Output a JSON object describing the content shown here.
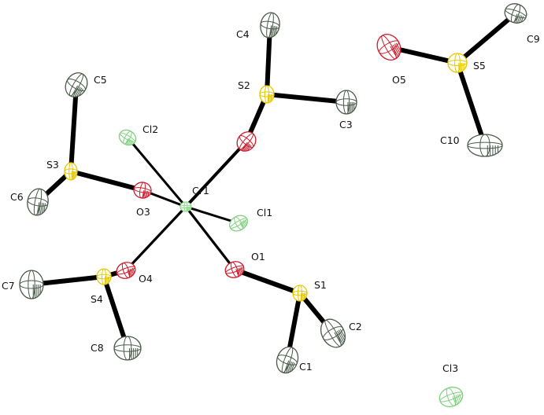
{
  "figure": {
    "colors": {
      "C": "#4a5a4a",
      "O": "#d11a2a",
      "S": "#e6c800",
      "Cl": "#7fd07f",
      "Cr": "#8fdc8f",
      "bond": "#000000"
    },
    "atoms": [
      {
        "id": "Cr1",
        "el": "Cr",
        "label": "Cr1"
      },
      {
        "id": "Cl1",
        "el": "Cl",
        "label": "Cl1"
      },
      {
        "id": "Cl2",
        "el": "Cl",
        "label": "Cl2"
      },
      {
        "id": "Cl3",
        "el": "Cl",
        "label": "Cl3"
      },
      {
        "id": "O1",
        "el": "O",
        "label": "O1"
      },
      {
        "id": "O2",
        "el": "O",
        "label": ""
      },
      {
        "id": "O3",
        "el": "O",
        "label": "O3"
      },
      {
        "id": "O4",
        "el": "O",
        "label": "O4"
      },
      {
        "id": "O5",
        "el": "O",
        "label": "O5"
      },
      {
        "id": "S1",
        "el": "S",
        "label": "S1"
      },
      {
        "id": "S2",
        "el": "S",
        "label": "S2"
      },
      {
        "id": "S3",
        "el": "S",
        "label": "S3"
      },
      {
        "id": "S4",
        "el": "S",
        "label": "S4"
      },
      {
        "id": "S5",
        "el": "S",
        "label": "S5"
      },
      {
        "id": "C1",
        "el": "C",
        "label": "C1"
      },
      {
        "id": "C2",
        "el": "C",
        "label": "C2"
      },
      {
        "id": "C3",
        "el": "C",
        "label": "C3"
      },
      {
        "id": "C4",
        "el": "C",
        "label": "C4"
      },
      {
        "id": "C5",
        "el": "C",
        "label": "C5"
      },
      {
        "id": "C6",
        "el": "C",
        "label": "C6"
      },
      {
        "id": "C7",
        "el": "C",
        "label": "C7"
      },
      {
        "id": "C8",
        "el": "C",
        "label": "C8"
      },
      {
        "id": "C9",
        "el": "C",
        "label": "C9"
      },
      {
        "id": "C10",
        "el": "C",
        "label": "C10"
      }
    ],
    "bonds": [
      [
        "Cr1",
        "Cl1"
      ],
      [
        "Cr1",
        "Cl2"
      ],
      [
        "Cr1",
        "O1"
      ],
      [
        "Cr1",
        "O2"
      ],
      [
        "Cr1",
        "O3"
      ],
      [
        "Cr1",
        "O4"
      ],
      [
        "O1",
        "S1"
      ],
      [
        "S1",
        "C1"
      ],
      [
        "S1",
        "C2"
      ],
      [
        "O2",
        "S2"
      ],
      [
        "S2",
        "C3"
      ],
      [
        "S2",
        "C4"
      ],
      [
        "O3",
        "S3"
      ],
      [
        "S3",
        "C5"
      ],
      [
        "S3",
        "C6"
      ],
      [
        "O4",
        "S4"
      ],
      [
        "S4",
        "C7"
      ],
      [
        "S4",
        "C8"
      ],
      [
        "O5",
        "S5"
      ],
      [
        "S5",
        "C9"
      ],
      [
        "S5",
        "C10"
      ]
    ]
  }
}
